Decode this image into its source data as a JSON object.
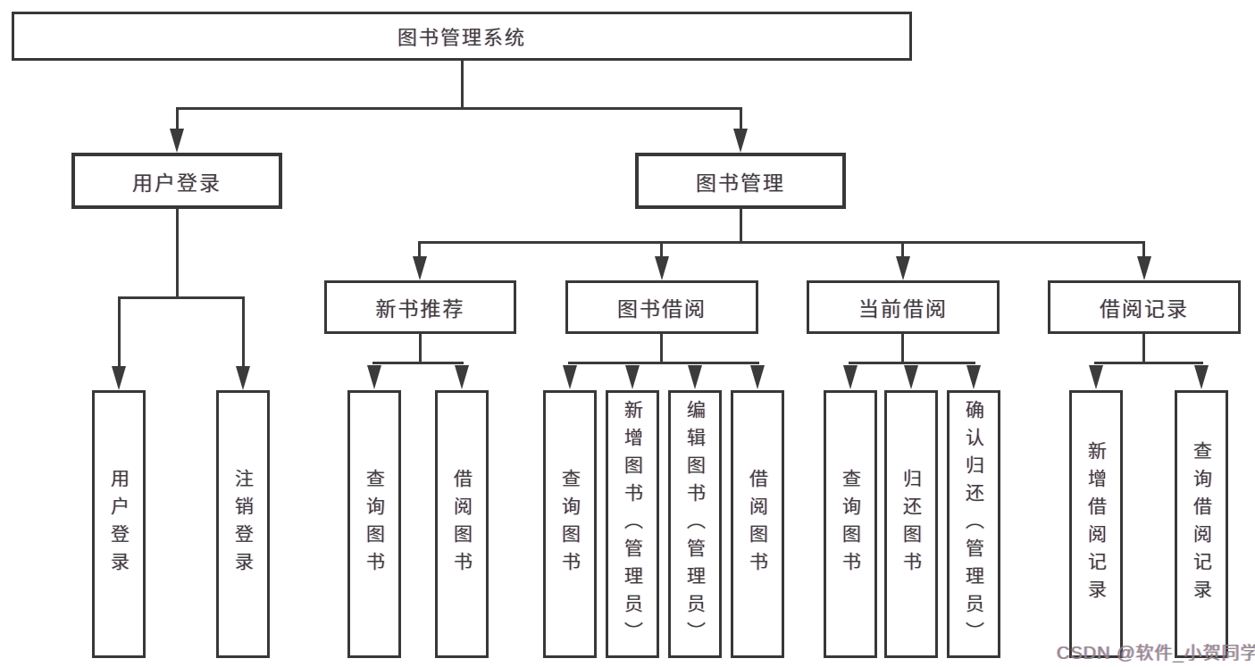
{
  "diagram": {
    "root": {
      "label": "图书管理系统"
    },
    "branches": [
      {
        "label": "用户登录",
        "leaves": [
          "用户登录",
          "注销登录"
        ]
      },
      {
        "label": "图书管理",
        "groups": [
          {
            "label": "新书推荐",
            "leaves": [
              "查询图书",
              "借阅图书"
            ]
          },
          {
            "label": "图书借阅",
            "leaves": [
              "查询图书",
              "新增图书（管理员）",
              "编辑图书（管理员）",
              "借阅图书"
            ]
          },
          {
            "label": "当前借阅",
            "leaves": [
              "查询图书",
              "归还图书",
              "确认归还（管理员）"
            ]
          },
          {
            "label": "借阅记录",
            "leaves": [
              "新增借阅记录",
              "查询借阅记录"
            ]
          }
        ]
      }
    ],
    "watermark": "CSDN @软件_小贺同学",
    "colors": {
      "line": "#3b3b3b",
      "text": "#3d3d3d",
      "background": "#ffffff",
      "watermark": "#8a8a8a"
    }
  }
}
